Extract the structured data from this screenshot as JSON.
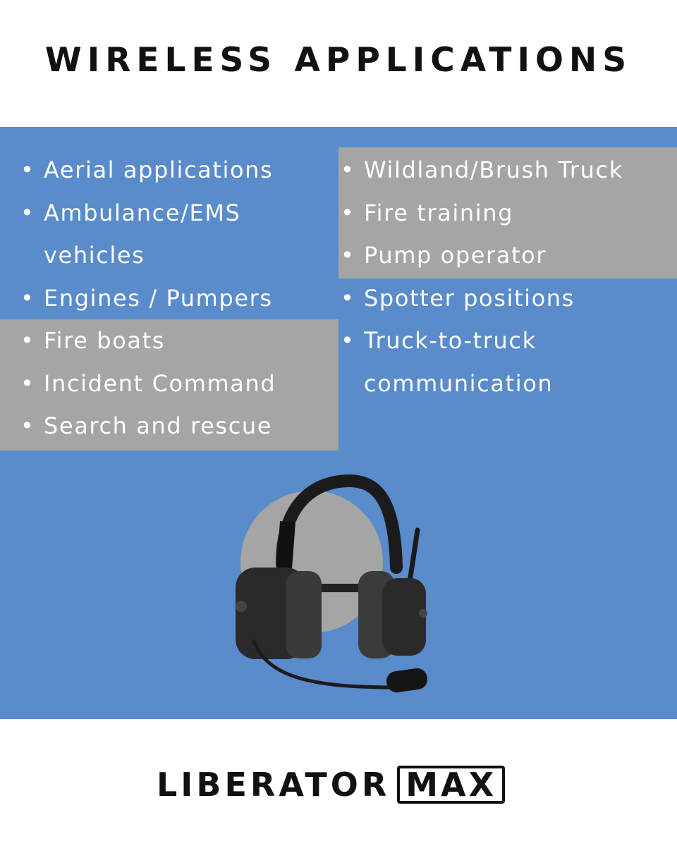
{
  "title": "WIRELESS APPLICATIONS",
  "left_list": [
    "Aerial applications",
    "Ambulance/EMS vehicles",
    "Engines / Pumpers",
    "Fire boats",
    "Incident Command",
    "Search and rescue"
  ],
  "right_list": [
    "Wildland/Brush Truck",
    "Fire training",
    "Pump operator",
    "Spotter positions",
    "Truck-to-truck communication"
  ],
  "logo": {
    "part1": "LIBERATOR",
    "part2": "MAX"
  },
  "image": {
    "icon": "headset-icon"
  },
  "colors": {
    "panel": "#5a8bcb",
    "highlight": "#a5a5a5",
    "text_dark": "#111111"
  }
}
